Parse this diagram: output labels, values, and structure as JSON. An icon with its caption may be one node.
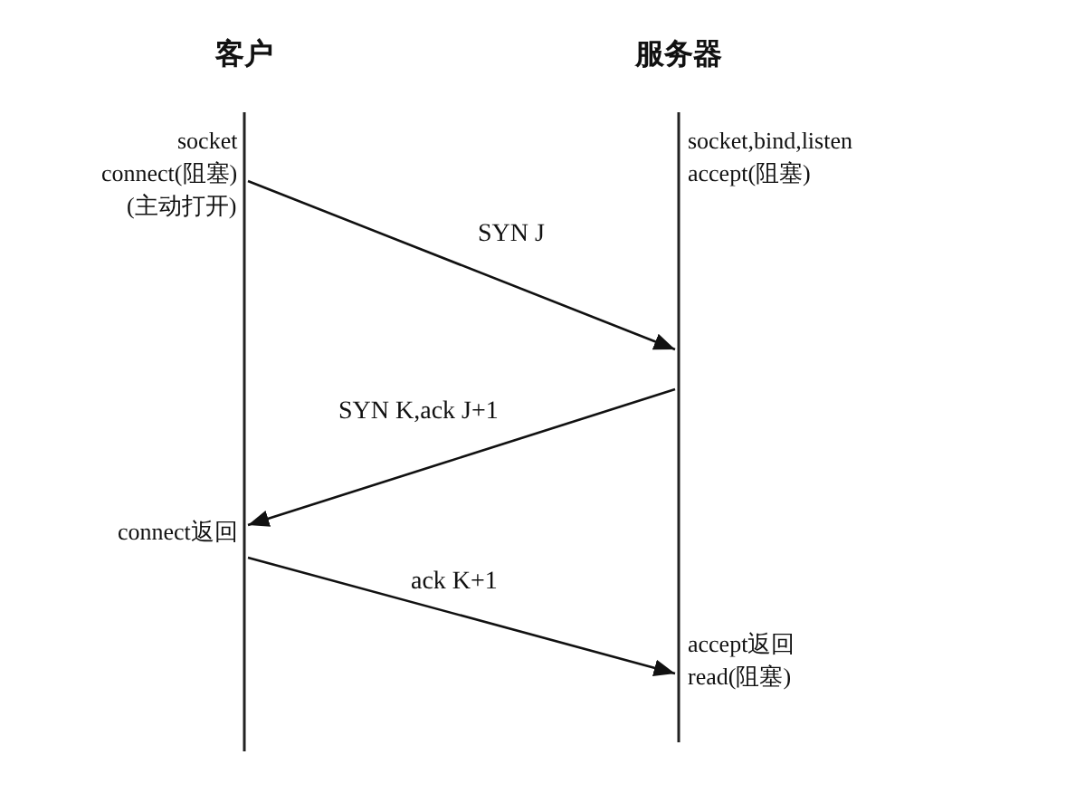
{
  "diagram": {
    "nodes": [
      {
        "text": [
          "客户"
        ],
        "beside": [
          "socket",
          "connect(阻塞)",
          "(主动打开)",
          "connect返回"
        ]
      },
      {
        "text": [
          "服务器"
        ],
        "beside": [
          "socket,bind,listen",
          "accept(阻塞)",
          "accept返回",
          "read(阻塞)"
        ]
      }
    ],
    "edges": [
      {
        "from": 0,
        "to": 1,
        "arrow": "to",
        "label": "SYN J"
      },
      {
        "from": 1,
        "to": 0,
        "arrow": "to",
        "label": "SYN K,ack J+1"
      },
      {
        "from": 0,
        "to": 1,
        "arrow": "to",
        "label": "ack K+1"
      }
    ]
  }
}
